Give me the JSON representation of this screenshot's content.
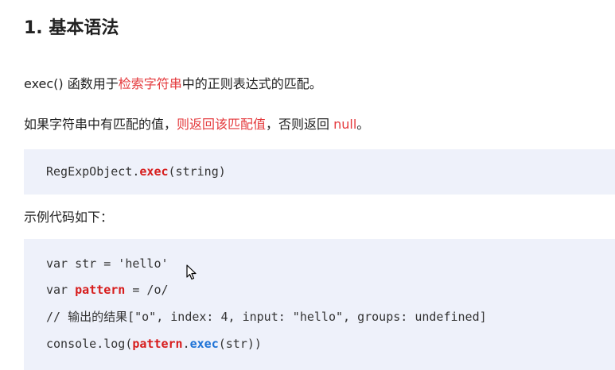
{
  "heading": "1. 基本语法",
  "para1": {
    "pre": "exec() 函数用于",
    "highlight": "检索字符串",
    "post": "中的正则表达式的匹配。"
  },
  "para2": {
    "pre": "如果字符串中有匹配的值，",
    "highlight1": "则返回该匹配值",
    "mid": "，否则返回 ",
    "highlight2": "null",
    "post": "。"
  },
  "code1": {
    "obj": "RegExpObject.",
    "method": "exec",
    "args": "(string)"
  },
  "para3": "示例代码如下：",
  "code2": {
    "line1": "var str = 'hello'",
    "line2_pre": "var ",
    "line2_kw": "pattern",
    "line2_post": " = /o/",
    "line3": "// 输出的结果[\"o\", index: 4, input: \"hello\", groups: undefined]",
    "line4_pre": "console.log(",
    "line4_kw": "pattern",
    "line4_dot": ".",
    "line4_method": "exec",
    "line4_post": "(str))"
  },
  "icons": {
    "cursor": "mouse-pointer-icon"
  },
  "colors": {
    "accent_red": "#e4393c",
    "code_bg": "#eef1fa",
    "code_blue": "#1e73d6"
  }
}
